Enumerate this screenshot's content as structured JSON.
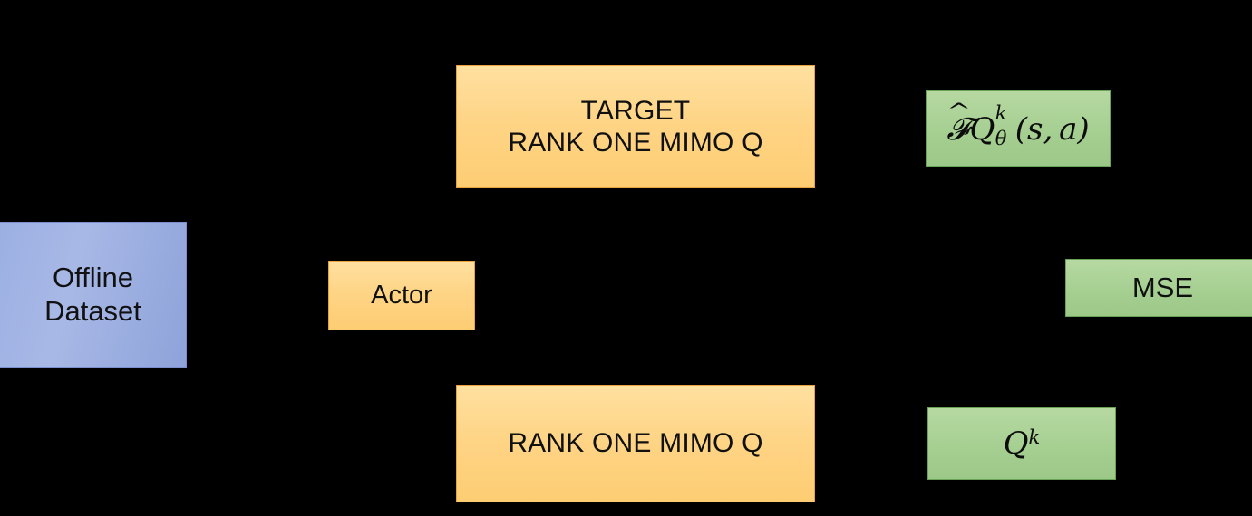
{
  "diagram": {
    "title": "Rank One MIMO Q offline actor-critic training diagram",
    "background_color": "#000000",
    "palette": {
      "dataset_blue": "#a8b8e6",
      "network_orange": "#fed485",
      "output_green": "#a6cf92",
      "text_black": "#101010"
    },
    "nodes": [
      {
        "id": "offline-dataset",
        "label": "Offline\nDataset",
        "kind": "dataset",
        "color": "#a8b8e6",
        "clipped_edge": "left"
      },
      {
        "id": "actor",
        "label": "Actor",
        "kind": "network",
        "color": "#fed485",
        "clipped_edge": "none"
      },
      {
        "id": "target-rank-one-mimo-q",
        "label_line1": "TARGET",
        "label_line2": "RANK ONE MIMO Q",
        "kind": "network",
        "color": "#fed485",
        "clipped_edge": "none"
      },
      {
        "id": "rank-one-mimo-q",
        "label": "RANK ONE MIMO Q",
        "kind": "network",
        "color": "#fed485",
        "clipped_edge": "none"
      },
      {
        "id": "bellman-target",
        "math_latex": "\\widehat{\\mathcal{T}}Q_{\\theta}^{k}(s,a)",
        "math_parts": {
          "operator": "T",
          "operator_accent": "hat",
          "symbol": "Q",
          "superscript": "k",
          "subscript": "θ",
          "arguments": "(s, a)"
        },
        "kind": "output",
        "color": "#a6cf92",
        "clipped_edge": "none"
      },
      {
        "id": "q-value",
        "math_latex": "Q^{k}",
        "math_parts": {
          "symbol": "Q",
          "superscript": "k"
        },
        "kind": "output",
        "color": "#a6cf92",
        "clipped_edge": "none"
      },
      {
        "id": "mse-loss",
        "label": "MSE",
        "kind": "loss",
        "color": "#a6cf92",
        "clipped_edge": "right"
      }
    ]
  }
}
